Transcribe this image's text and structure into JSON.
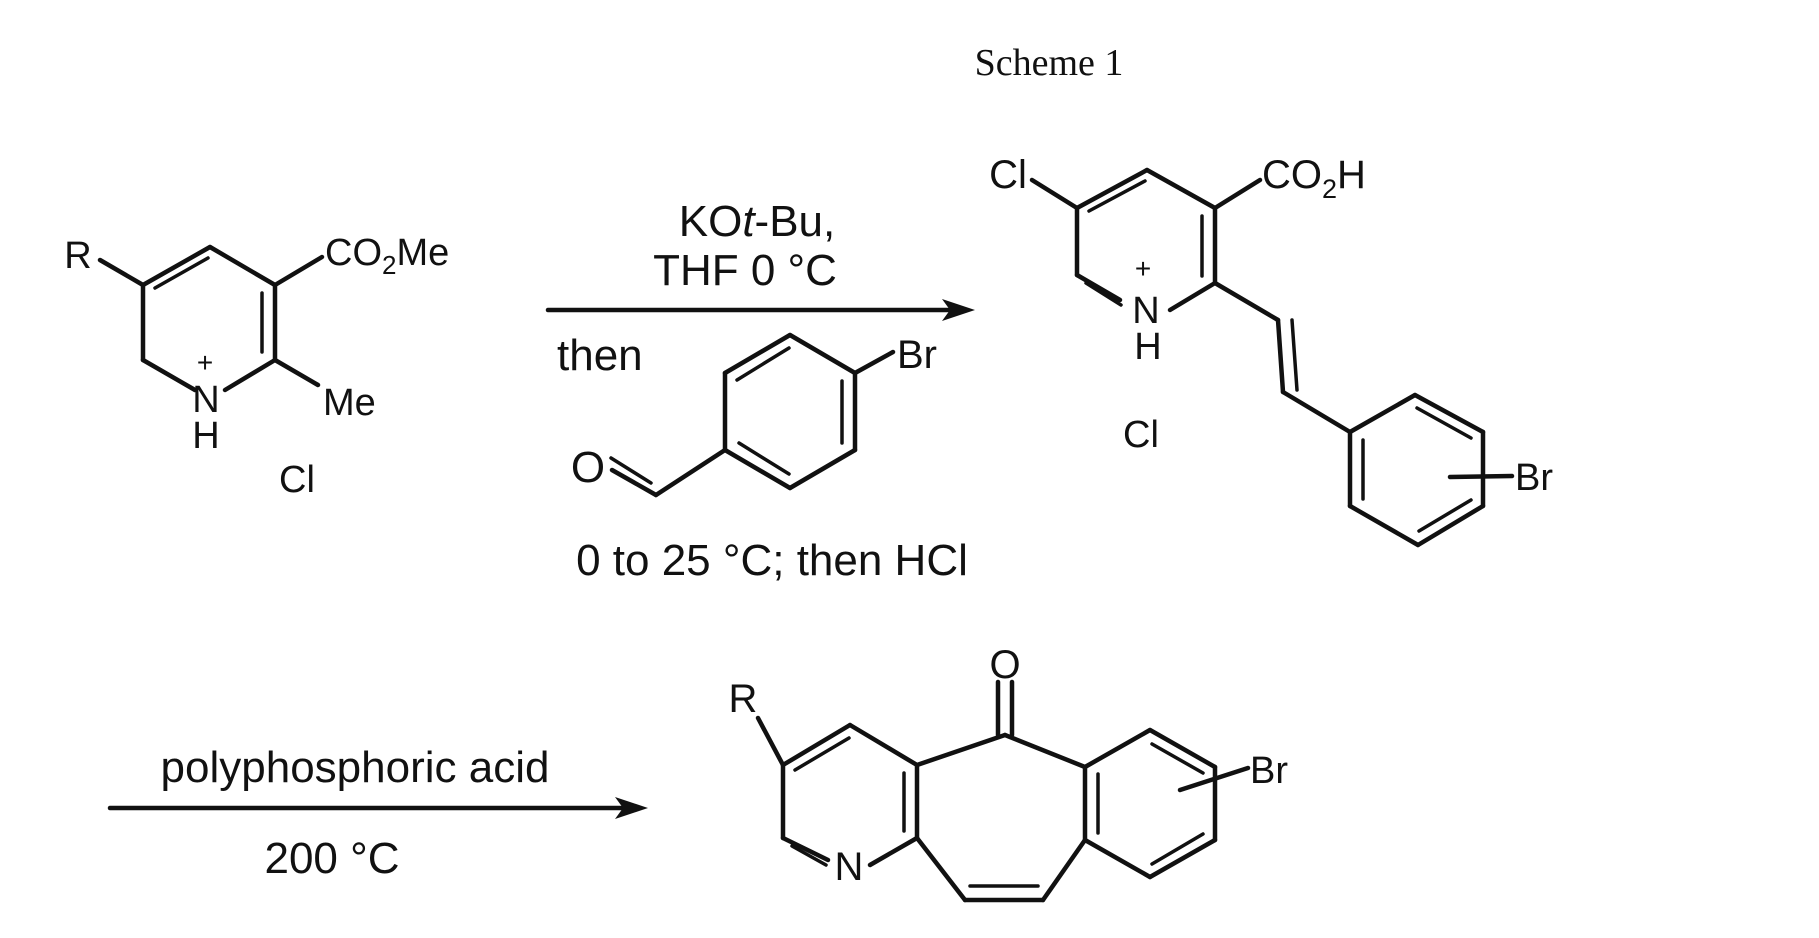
{
  "title": "Scheme 1",
  "reactant_1": {
    "r_group": "R",
    "ester_group": "CO2Me",
    "methyl_group": "Me",
    "nh_n": "N",
    "nh_h": "H",
    "charge": "+",
    "counterion": "Cl"
  },
  "step_1": {
    "reagent_line_1": "KOt-Bu,",
    "reagent_line_2": "THF 0 °C",
    "then_label": "then",
    "aldehyde_oxygen": "O",
    "aldehyde_bromo": "Br",
    "conditions": "0 to 25 °C; then HCl"
  },
  "intermediate": {
    "chloro": "Cl",
    "acid_group": "CO2H",
    "nh_n": "N",
    "nh_h": "H",
    "charge": "+",
    "counterion": "Cl",
    "aryl_bromo": "Br"
  },
  "step_2": {
    "reagent": "polyphosphoric acid",
    "temperature": "200 °C"
  },
  "product": {
    "r_group": "R",
    "ketone_oxygen": "O",
    "ring_n": "N",
    "aryl_bromo": "Br"
  }
}
